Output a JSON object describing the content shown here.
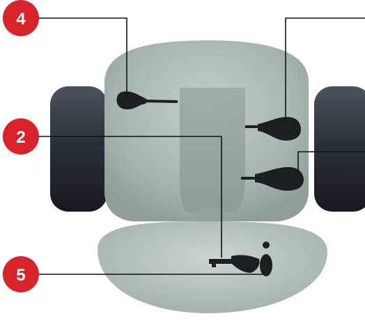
{
  "callouts": [
    {
      "number": "4",
      "color": "#d8232a"
    },
    {
      "number": "2",
      "color": "#d8232a"
    },
    {
      "number": "5",
      "color": "#d8232a"
    }
  ],
  "colors": {
    "seat_shell": "#a3b2ae",
    "seat_cushion": "#b7c4c0",
    "wheel": "#2c3239",
    "lever": "#1c1f22",
    "leader_line": "#111111",
    "marker": "#d8232a"
  },
  "icons": [
    "office-chair-top-view",
    "control-lever",
    "caster-wheel"
  ]
}
